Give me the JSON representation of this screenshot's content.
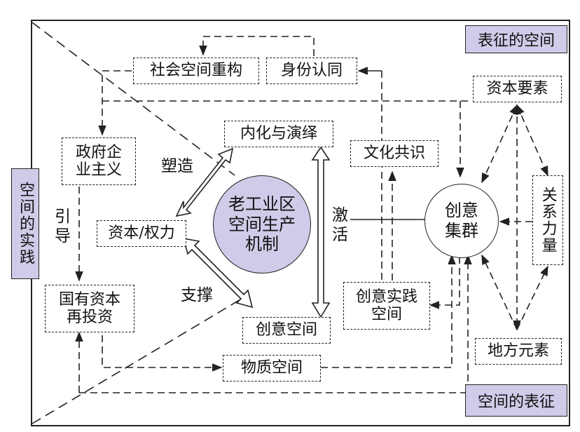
{
  "diagram": {
    "core": "老工业区空间生产机制",
    "corners": {
      "representational_space": "表征的空间",
      "spatial_practice": "空间的实践",
      "representation_of_space": "空间的表征"
    },
    "nodes": {
      "social_reconstruction": "社会空间重构",
      "identity": "身份认同",
      "capital_elements": "资本要素",
      "gov_entrepreneurialism": "政府企业主义",
      "internalization": "内化与演绎",
      "cultural_consensus": "文化共识",
      "creative_cluster": "创意集群",
      "relational_power": "关系力量",
      "capital_power": "资本/权力",
      "state_reinvestment": "国有资本再投资",
      "creative_practice_space": "创意实践空间",
      "creative_space": "创意空间",
      "material_space": "物质空间",
      "place_elements": "地方元素"
    },
    "edge_labels": {
      "shaping": "塑造",
      "guiding": "引导",
      "activating": "激活",
      "supporting": "支撑"
    }
  },
  "colors": {
    "tag_fill": "#cfcbe8",
    "circle_fill": "#cfcbe8"
  }
}
